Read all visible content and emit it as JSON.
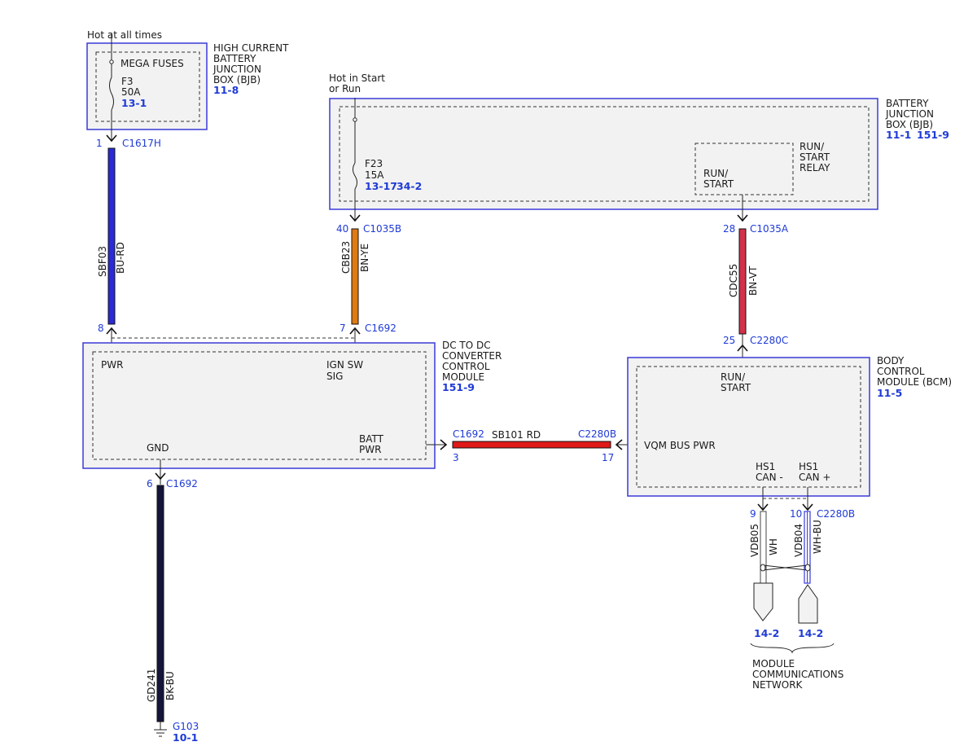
{
  "top_left": {
    "hot_label": "Hot at all times",
    "box_title": [
      "HIGH CURRENT",
      "BATTERY",
      "JUNCTION",
      "BOX (BJB)"
    ],
    "box_ref": "11-8",
    "inner_label": "MEGA FUSES",
    "fuse_name": "F3",
    "fuse_rating": "50A",
    "fuse_ref": "13-1",
    "pin": "1",
    "connector": "C1617H"
  },
  "wire_sbf03": {
    "circuit": "SBF03",
    "color_code": "BU-RD",
    "color": "#2a2ad8"
  },
  "top_right": {
    "hot_label": [
      "Hot in Start",
      "or Run"
    ],
    "box_title": [
      "BATTERY",
      "JUNCTION",
      "BOX (BJB)"
    ],
    "box_refs": [
      "11-1",
      "151-9"
    ],
    "fuse_name": "F23",
    "fuse_rating": "15A",
    "fuse_refs": [
      "13-17",
      "34-2"
    ],
    "relay_title": [
      "RUN/",
      "START",
      "RELAY"
    ],
    "relay_inner": [
      "RUN/",
      "START"
    ],
    "pin_fuse": "40",
    "connector_fuse": "C1035B",
    "pin_relay": "28",
    "connector_relay": "C1035A"
  },
  "wire_cbb23": {
    "circuit": "CBB23",
    "color_code": "BN-YE",
    "color": "#e07a12"
  },
  "wire_cdc55": {
    "circuit": "CDC55",
    "color_code": "BN-VT",
    "color": "#d1324a"
  },
  "dcdc": {
    "title": [
      "DC TO DC",
      "CONVERTER",
      "CONTROL",
      "MODULE"
    ],
    "ref": "151-9",
    "pwr_label": "PWR",
    "ign_label": [
      "IGN SW",
      "SIG"
    ],
    "gnd_label": "GND",
    "batt_label": [
      "BATT",
      "PWR"
    ],
    "pin_pwr": "8",
    "pin_ign": "7",
    "connector_top": "C1692",
    "pin_gnd": "6",
    "connector_gnd": "C1692",
    "pin_batt": "3",
    "connector_batt": "C1692"
  },
  "wire_sb101": {
    "label": "SB101  RD",
    "color": "#e01818"
  },
  "bcm": {
    "title": [
      "BODY",
      "CONTROL",
      "MODULE (BCM)"
    ],
    "ref": "11-5",
    "run_label": [
      "RUN/",
      "START"
    ],
    "vqm_label": "VQM BUS PWR",
    "can_minus": [
      "HS1",
      "CAN -"
    ],
    "can_plus": [
      "HS1",
      "CAN +"
    ],
    "pin_run": "25",
    "connector_run": "C2280C",
    "pin_vqm": "17",
    "connector_vqm": "C2280B",
    "pin_can_minus": "9",
    "pin_can_plus": "10",
    "connector_can": "C2280B"
  },
  "wire_gd241": {
    "circuit": "GD241",
    "color_code": "BK-BU",
    "color": "#15153a"
  },
  "wire_vdb05": {
    "circuit": "VDB05",
    "color_code": "WH"
  },
  "wire_vdb04": {
    "circuit": "VDB04",
    "color_code": "WH-BU"
  },
  "ground": {
    "name": "G103",
    "ref": "10-1"
  },
  "network": {
    "ref_left": "14-2",
    "ref_right": "14-2",
    "label": [
      "MODULE",
      "COMMUNICATIONS",
      "NETWORK"
    ]
  }
}
